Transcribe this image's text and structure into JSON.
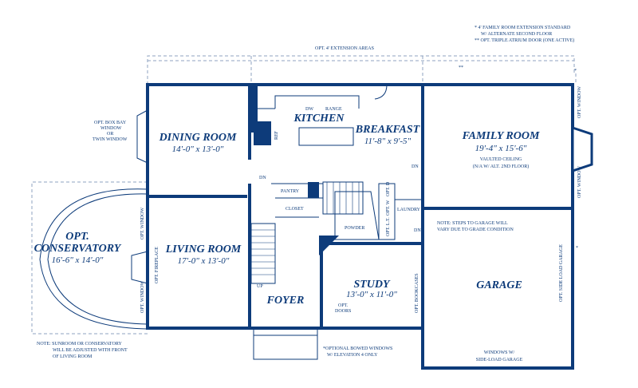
{
  "notes": {
    "legend_1": "*  4' FAMILY ROOM EXTENSION STANDARD",
    "legend_1b": "W/ ALTERNATE SECOND FLOOR",
    "legend_2": "**  OPT. TRIPLE ATRIUM DOOR (ONE ACTIVE)",
    "extension": "OPT. 4' EXTENSION AREAS",
    "sunroom_1": "NOTE:  SUNROOM OR CONSERVATORY",
    "sunroom_2": "WILL BE ADJUSTED WITH FRONT",
    "sunroom_3": "OF LIVING ROOM",
    "bowed_1": "*OPTIONAL BOWED WINDOWS",
    "bowed_2": "W/ ELEVATION 4 ONLY",
    "steps_1": "NOTE:  STEPS TO GARAGE WILL",
    "steps_2": "VARY DUE TO GRADE CONDITION",
    "garage_windows_1": "WINDOWS W/",
    "garage_windows_2": "SIDE-LOAD GARAGE"
  },
  "rooms": {
    "dining": {
      "name": "DINING ROOM",
      "dims": "14'-0\" x 13'-0\""
    },
    "kitchen": {
      "name": "KITCHEN"
    },
    "breakfast": {
      "name": "BREAKFAST",
      "dims": "11'-8\" x 9'-5\""
    },
    "family": {
      "name": "FAMILY ROOM",
      "dims": "19'-4\" x 15'-6\"",
      "note_1": "VAULTED CEILING",
      "note_2": "(N/A W/ ALT. 2ND FLOOR)"
    },
    "living": {
      "name": "LIVING ROOM",
      "dims": "17'-0\" x 13'-0\""
    },
    "conservatory": {
      "name_1": "OPT.",
      "name_2": "CONSERVATORY",
      "dims": "16'-6\" x 14'-0\""
    },
    "study": {
      "name": "STUDY",
      "dims": "13'-0\" x 11'-0\""
    },
    "foyer": {
      "name": "FOYER"
    },
    "garage": {
      "name": "GARAGE"
    }
  },
  "labels": {
    "box_bay_1": "OPT. BOX BAY",
    "box_bay_2": "WINDOW",
    "box_bay_3": "OR",
    "box_bay_4": "TWIN WINDOW",
    "dw": "DW",
    "range": "RANGE",
    "ref": "REF",
    "pantry": "PANTRY",
    "closet": "CLOSET",
    "powder": "POWDER",
    "laundry": "LAUNDRY",
    "dn_1": "DN",
    "dn_2": "DN",
    "dn_3": "DN",
    "up": "UP",
    "opt_d": "OPT. D",
    "opt_w": "OPT. W",
    "opt_lt": "OPT. L.T.",
    "opt_window_family_1": "OPT. WINDOW",
    "opt_window_family_2": "OPT. WINDOW",
    "opt_window_living_1": "OPT. WINDOW",
    "opt_window_living_2": "OPT. WINDOW",
    "opt_fireplace": "OPT. FIREPLACE",
    "opt_bookcases": "OPT. BOOKCASES",
    "opt_doors_1": "OPT.",
    "opt_doors_2": "DOORS",
    "opt_side_load": "OPT. SIDE LOAD GARAGE",
    "star_1": "*",
    "star_2": "*",
    "dstar": "**"
  }
}
